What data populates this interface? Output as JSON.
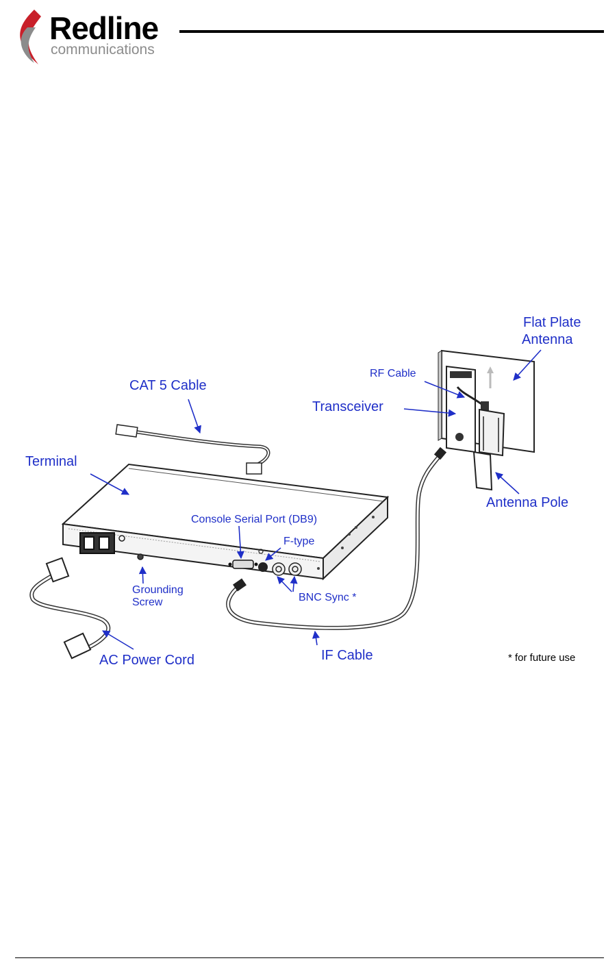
{
  "brand": {
    "name": "Redline",
    "tagline": "communications"
  },
  "colors": {
    "label_blue": "#1f2fc8",
    "logo_red": "#c8202a",
    "logo_gray": "#8c8c8c"
  },
  "labels": {
    "flat_plate_antenna_line1": "Flat Plate",
    "flat_plate_antenna_line2": "Antenna",
    "rf_cable": "RF Cable",
    "transceiver": "Transceiver",
    "cat5_cable": "CAT 5 Cable",
    "terminal": "Terminal",
    "antenna_pole": "Antenna Pole",
    "console_serial_port": "Console Serial Port (DB9)",
    "f_type": "F-type",
    "grounding_screw_line1": "Grounding",
    "grounding_screw_line2": "Screw",
    "bnc_sync": "BNC Sync *",
    "if_cable": "IF Cable",
    "ac_power_cord": "AC Power Cord",
    "future_use_note": "* for future use"
  }
}
